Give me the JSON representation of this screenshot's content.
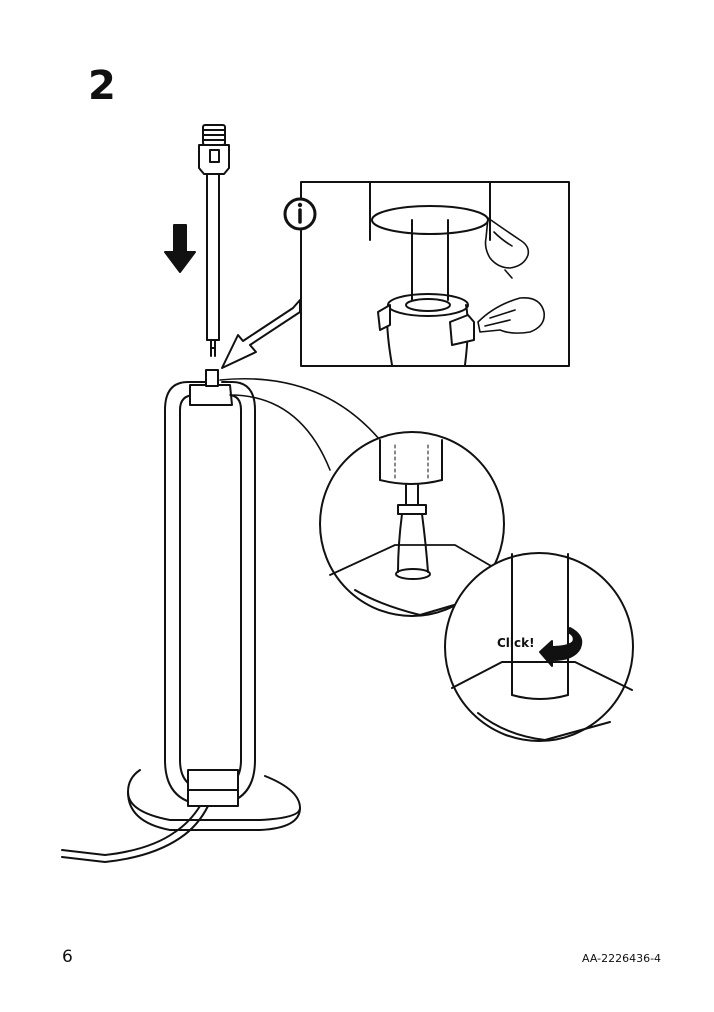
{
  "step": {
    "number": "2"
  },
  "callout": {
    "click_label": "Click!"
  },
  "footer": {
    "page_number": "6",
    "document_code": "AA-2226436-4"
  },
  "icons": [
    "info-icon",
    "down-arrow-icon",
    "pointing-arrow-icon",
    "rotate-arrow-icon",
    "hand-icon"
  ]
}
